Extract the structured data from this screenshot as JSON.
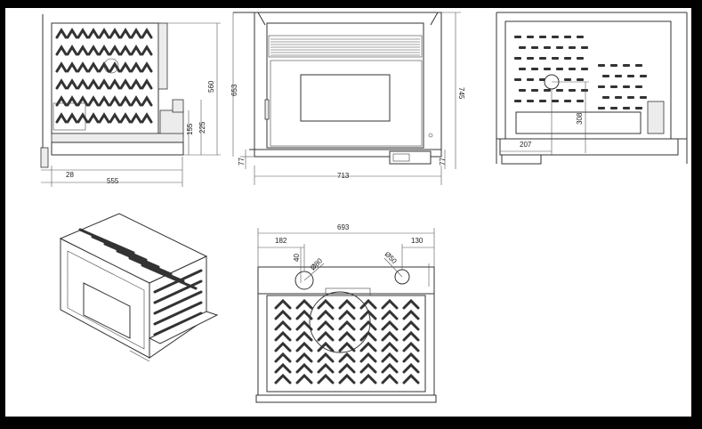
{
  "side_view": {
    "dims": {
      "height_total": "560",
      "height_mid": "225",
      "height_low": "155",
      "offset_small": "28",
      "depth": "555"
    }
  },
  "front_view": {
    "dims": {
      "height_inner": "653",
      "height_outer": "745",
      "base_left": "77",
      "base_right": "77",
      "width": "713"
    }
  },
  "rear_view": {
    "dims": {
      "height_port": "308",
      "offset_port": "207"
    }
  },
  "top_view": {
    "dims": {
      "width": "693",
      "offset_left": "182",
      "offset_right": "130",
      "offset_small": "40",
      "diameter_main": "Ø80",
      "diameter_small": "Ø50"
    }
  },
  "colors": {
    "background": "#000000",
    "sheet": "#ffffff",
    "line": "#333333"
  }
}
